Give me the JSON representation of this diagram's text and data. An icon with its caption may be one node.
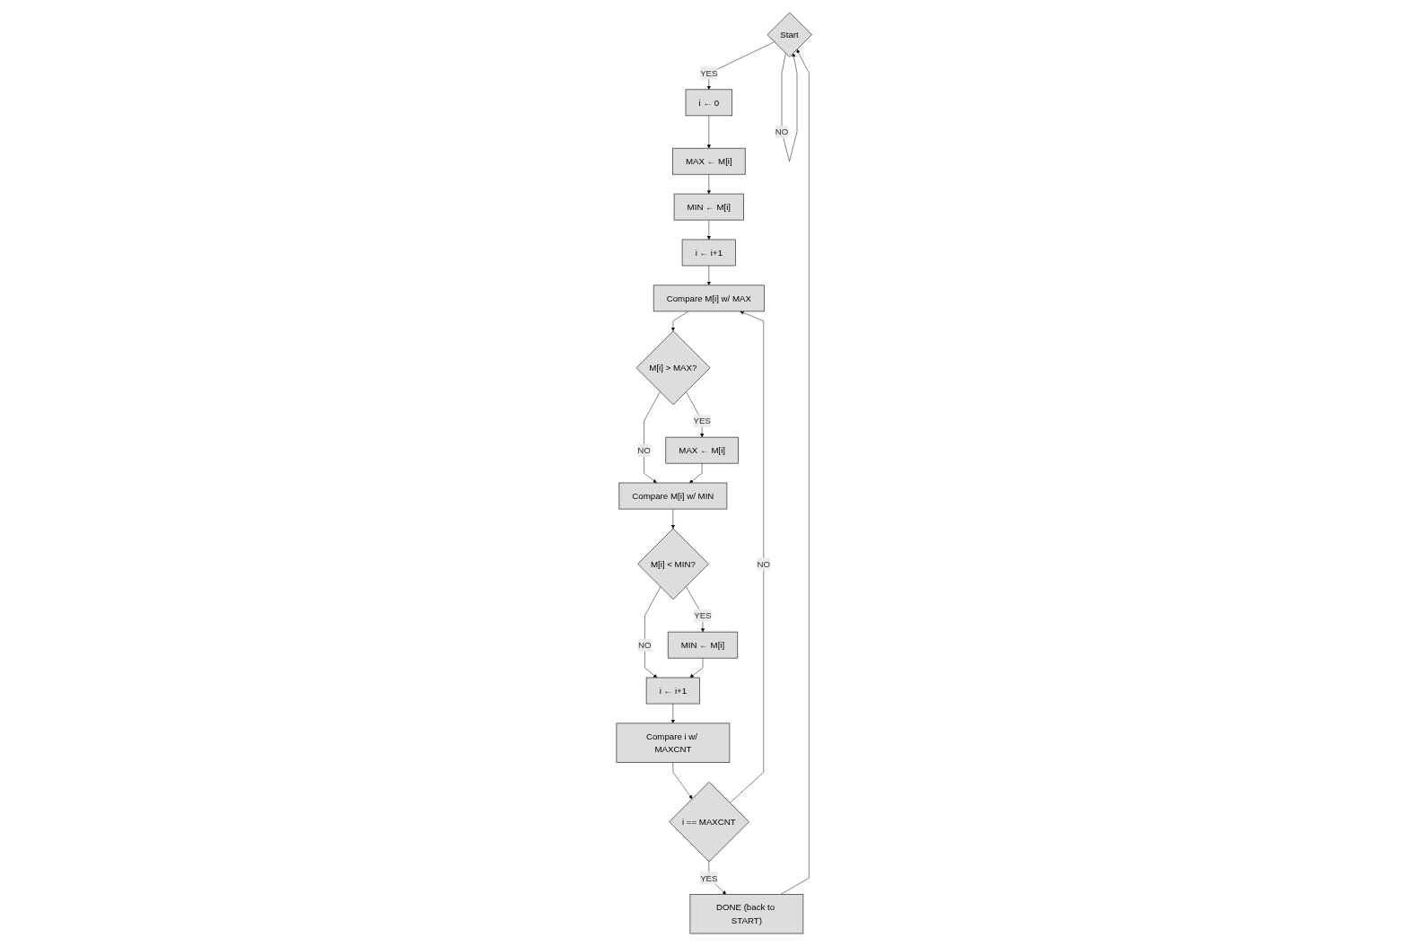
{
  "diagram": {
    "nodes": [
      {
        "text": [
          "Start"
        ]
      },
      {
        "text": [
          "i ← 0"
        ]
      },
      {
        "text": [
          "MAX ← M[i]"
        ]
      },
      {
        "text": [
          "MIN ← M[i]"
        ]
      },
      {
        "text": [
          "i ← i+1"
        ]
      },
      {
        "text": [
          "Compare M[i] w/ MAX"
        ]
      },
      {
        "text": [
          "M[i] > MAX?"
        ]
      },
      {
        "text": [
          "MAX ← M[i]"
        ]
      },
      {
        "text": [
          "Compare M[i] w/ MIN"
        ]
      },
      {
        "text": [
          "M[i] < MIN?"
        ]
      },
      {
        "text": [
          "MIN ← M[i]"
        ]
      },
      {
        "text": [
          "i ← i+1"
        ]
      },
      {
        "text": [
          "Compare i w/ MAXCNT"
        ]
      },
      {
        "text": [
          "i == MAXCNT"
        ]
      },
      {
        "text": [
          "DONE (back to START)"
        ]
      }
    ],
    "edges": [
      {
        "from": 0,
        "to": 0,
        "arrow": "to",
        "label": "NO"
      },
      {
        "from": 0,
        "to": 1,
        "arrow": "to",
        "label": "YES"
      },
      {
        "from": 1,
        "to": 2,
        "arrow": "to"
      },
      {
        "from": 2,
        "to": 3,
        "arrow": "to"
      },
      {
        "from": 3,
        "to": 4,
        "arrow": "to"
      },
      {
        "from": 4,
        "to": 5,
        "arrow": "to"
      },
      {
        "from": 5,
        "to": 6,
        "arrow": "to"
      },
      {
        "from": 6,
        "to": 8,
        "arrow": "to",
        "label": "NO"
      },
      {
        "from": 6,
        "to": 7,
        "arrow": "to",
        "label": "YES"
      },
      {
        "from": 7,
        "to": 8,
        "arrow": "to"
      },
      {
        "from": 8,
        "to": 9,
        "arrow": "to"
      },
      {
        "from": 9,
        "to": 11,
        "arrow": "to",
        "label": "NO"
      },
      {
        "from": 9,
        "to": 10,
        "arrow": "to",
        "label": "YES"
      },
      {
        "from": 10,
        "to": 11,
        "arrow": "to"
      },
      {
        "from": 11,
        "to": 12,
        "arrow": "to"
      },
      {
        "from": 12,
        "to": 13,
        "arrow": "to"
      },
      {
        "from": 13,
        "to": 5,
        "arrow": "to",
        "label": "NO"
      },
      {
        "from": 13,
        "to": 14,
        "arrow": "to",
        "label": "YES"
      },
      {
        "from": 14,
        "to": 0,
        "arrow": "to"
      }
    ]
  }
}
